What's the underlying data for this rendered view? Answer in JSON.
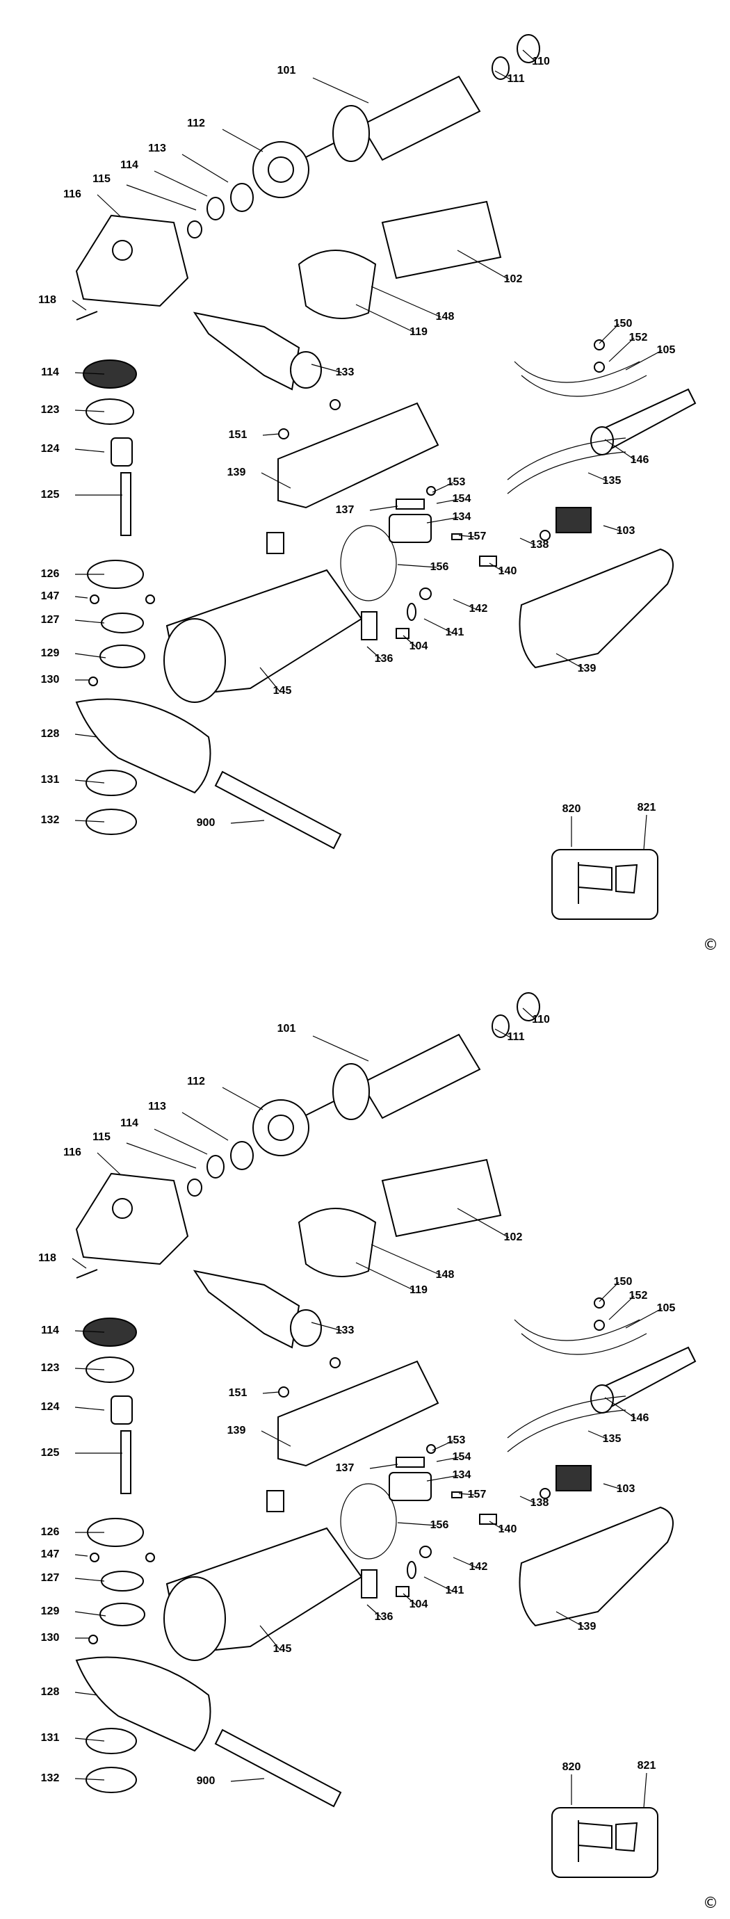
{
  "copyright_symbol": "©",
  "labels": [
    "110",
    "111",
    "101",
    "112",
    "113",
    "114",
    "115",
    "116",
    "102",
    "148",
    "118",
    "119",
    "133",
    "150",
    "152",
    "105",
    "114",
    "123",
    "124",
    "151",
    "139",
    "146",
    "153",
    "154",
    "135",
    "125",
    "137",
    "134",
    "157",
    "103",
    "138",
    "156",
    "140",
    "126",
    "147",
    "142",
    "127",
    "141",
    "129",
    "104",
    "136",
    "139",
    "130",
    "145",
    "128",
    "131",
    "900",
    "820",
    "821",
    "132"
  ]
}
